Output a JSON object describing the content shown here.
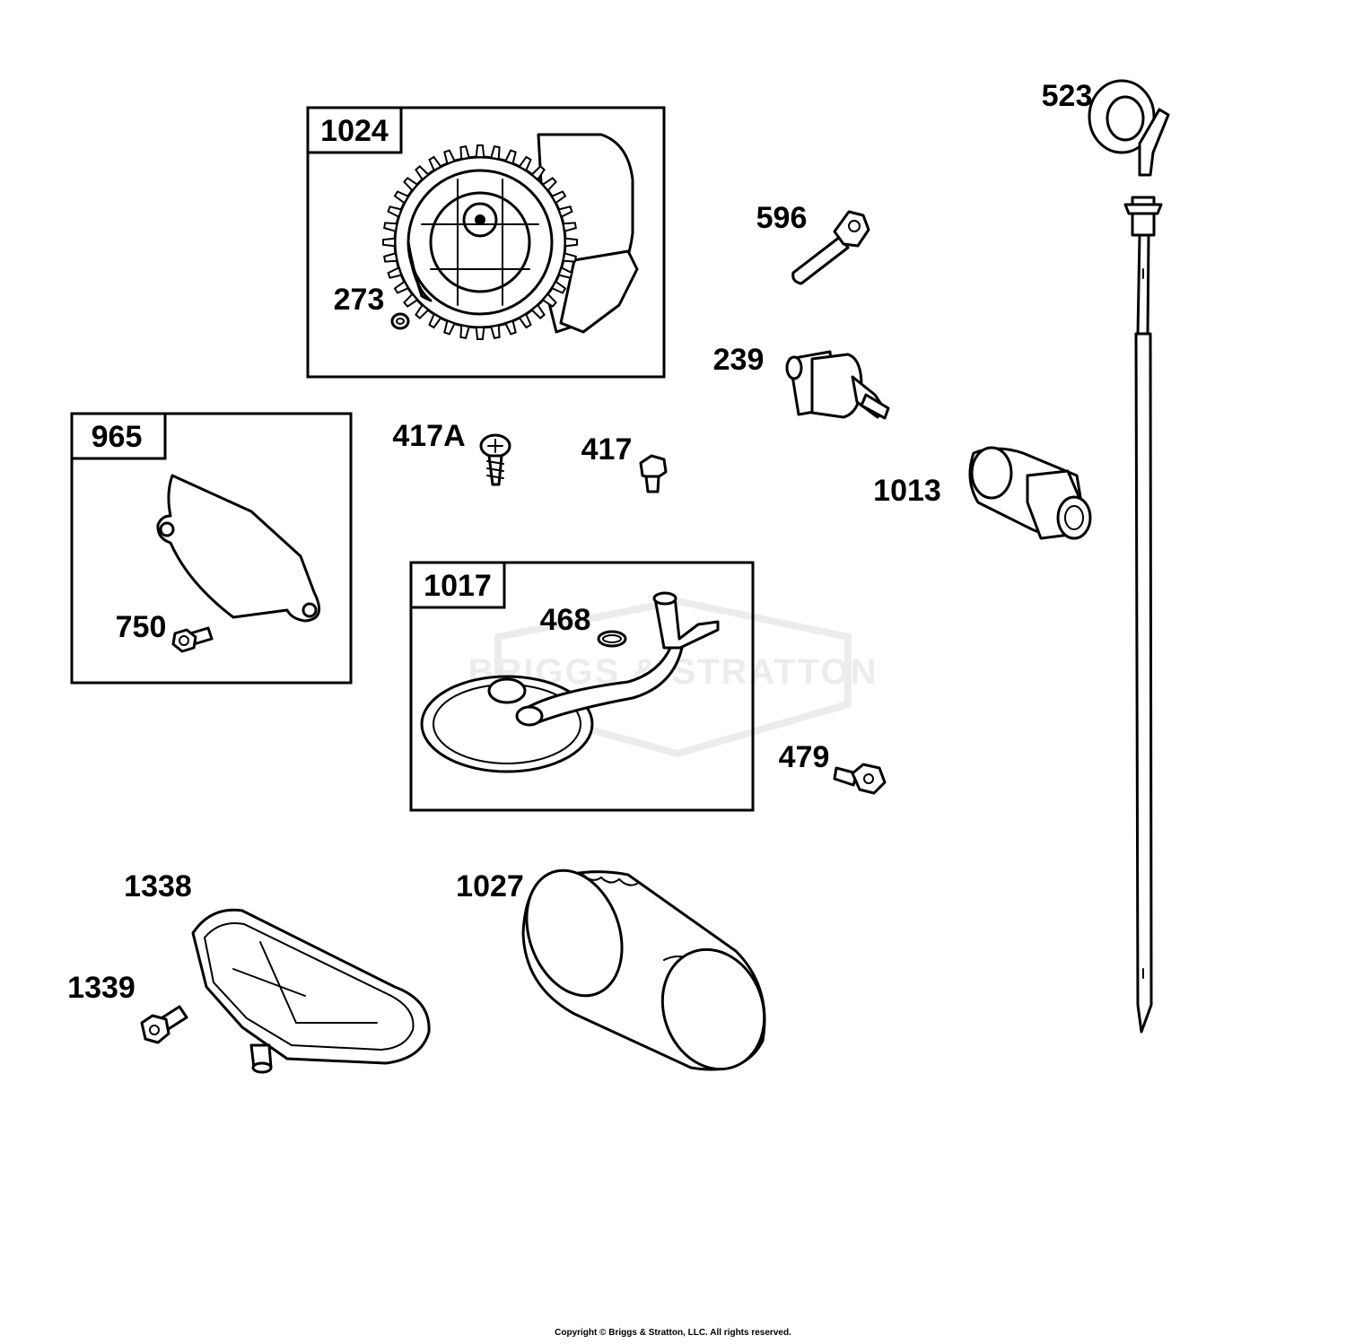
{
  "watermark": "BRIGGS & STRATTON",
  "groups": {
    "g1024": "1024",
    "g965": "965",
    "g1017": "1017"
  },
  "parts": {
    "p273": "273",
    "p596": "596",
    "p239": "239",
    "p417A": "417A",
    "p417": "417",
    "p1013": "1013",
    "p523": "523",
    "p750": "750",
    "p468": "468",
    "p479": "479",
    "p1338": "1338",
    "p1339": "1339",
    "p1027": "1027"
  },
  "footer": {
    "copyright": "Copyright © Briggs & Stratton, LLC. All rights reserved."
  }
}
